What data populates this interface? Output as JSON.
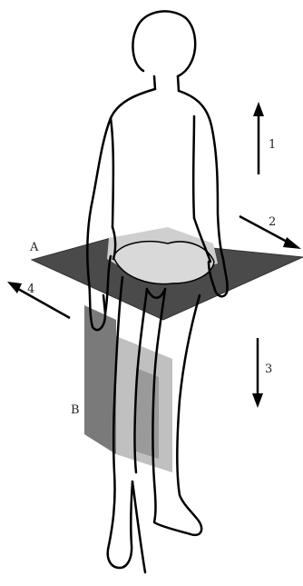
{
  "labels": {
    "plane_a": "A",
    "plane_b": "B",
    "arrow_1": "1",
    "arrow_2": "2",
    "arrow_3": "3",
    "arrow_4": "4"
  },
  "colors": {
    "line": "#000000",
    "plane_dark": "#4a4a4a",
    "plane_light": "#c8c8c8",
    "plane_mid": "#8a8a8a",
    "background": "#ffffff"
  }
}
